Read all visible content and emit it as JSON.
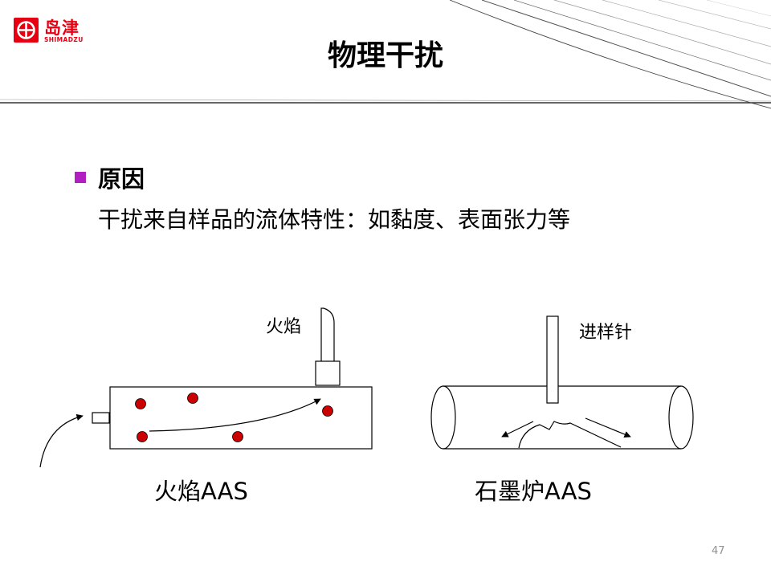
{
  "logo": {
    "company_cn": "岛津",
    "company_en": "SHIMADZU",
    "brand_color": "#e60012"
  },
  "slide": {
    "title": "物理干扰",
    "bullet": {
      "marker_color": "#b01fbf",
      "heading": "原因",
      "text": "干扰来自样品的流体特性：如黏度、表面张力等"
    }
  },
  "diagrams": {
    "flame": {
      "flame_label": "火焰",
      "caption": "火焰AAS",
      "droplet_color": "#cc0000"
    },
    "furnace": {
      "needle_label": "进样针",
      "caption": "石墨炉AAS"
    }
  },
  "page_number": "47"
}
